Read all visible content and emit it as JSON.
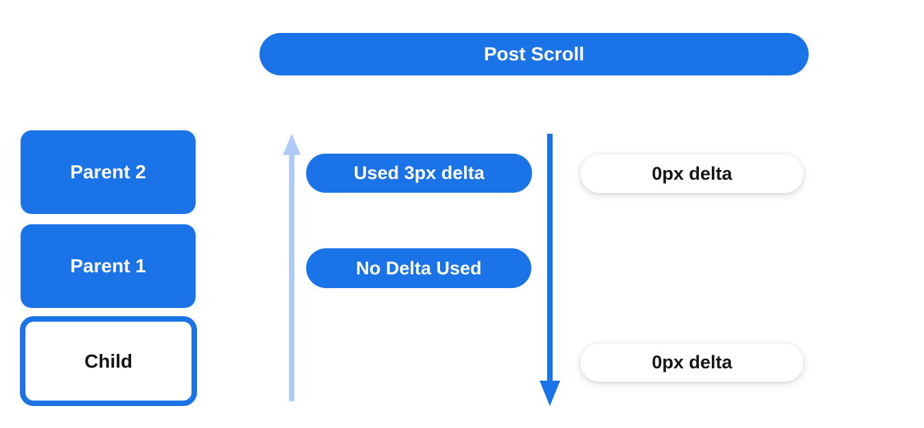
{
  "colors": {
    "primary_blue": "#1b73e8",
    "light_blue": "#aecbfa",
    "pill_text_white": "#ffffff",
    "pill_text_black": "#161616",
    "background": "#ffffff"
  },
  "header": {
    "title": "Post Scroll"
  },
  "scroll_chain": {
    "nodes": [
      {
        "label": "Parent 2",
        "style": "filled"
      },
      {
        "label": "Parent 1",
        "style": "filled"
      },
      {
        "label": "Child",
        "style": "outlined"
      }
    ]
  },
  "up_phase": {
    "arrow_direction": "up",
    "arrow_color": "#aecbfa",
    "labels": [
      {
        "text": "Used 3px delta",
        "style": "filled"
      },
      {
        "text": "No Delta Used",
        "style": "filled"
      }
    ]
  },
  "down_phase": {
    "arrow_direction": "down",
    "arrow_color": "#1b73e8",
    "labels": [
      {
        "text": "0px delta",
        "style": "outlined"
      },
      {
        "text": "0px delta",
        "style": "outlined"
      }
    ]
  }
}
